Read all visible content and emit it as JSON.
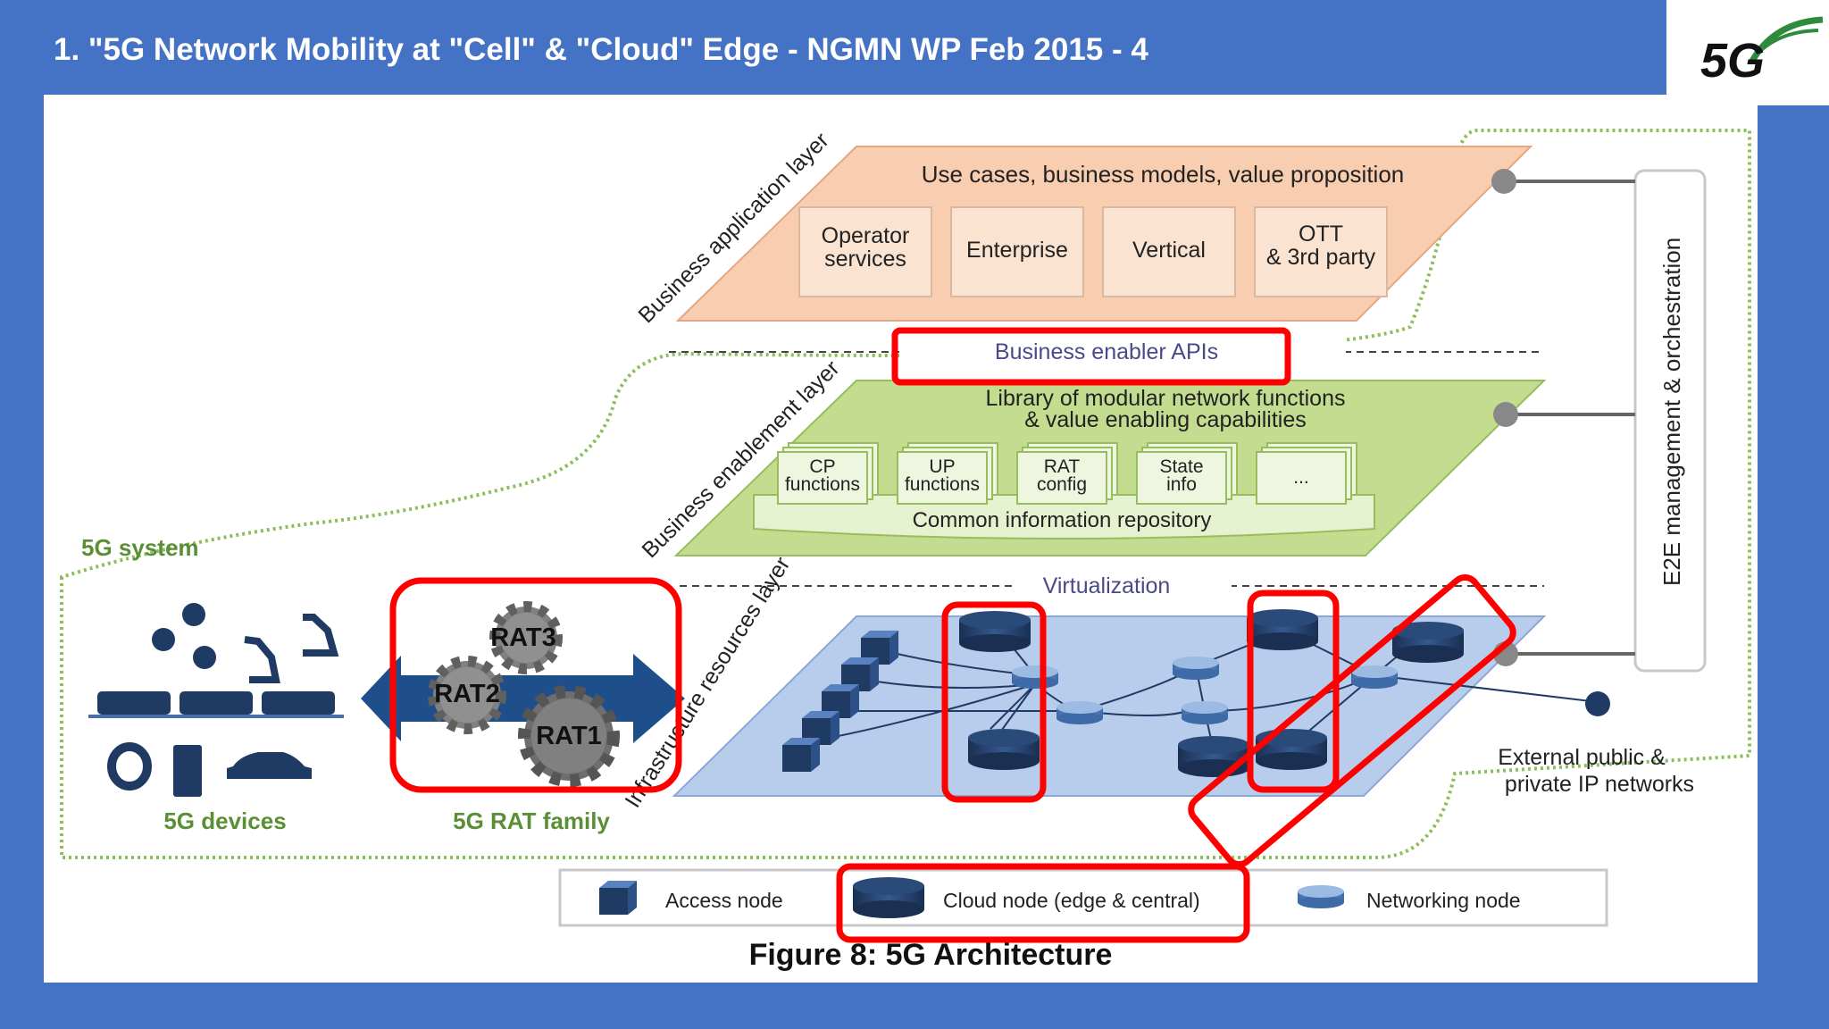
{
  "slide": {
    "title": "1. \"5G Network Mobility at \"Cell\" & \"Cloud\" Edge - NGMN WP Feb 2015 - 4",
    "logo_text": "5G"
  },
  "colors": {
    "background_blue": "#4472c4",
    "highlight_red": "#ff0000",
    "business_layer": "#f8cdb0",
    "enablement_layer": "#c3dc8f",
    "infrastructure_layer": "#b8ccec",
    "node_dark": "#1f3b63",
    "system_boundary": "#8cbf5a"
  },
  "diagram": {
    "layers": {
      "business_application": {
        "title": "Business application layer",
        "heading": "Use cases, business models, value proposition",
        "items": [
          {
            "line1": "Operator",
            "line2": "services"
          },
          {
            "line1": "Enterprise",
            "line2": ""
          },
          {
            "line1": "Vertical",
            "line2": ""
          },
          {
            "line1": "OTT",
            "line2": "& 3rd party"
          }
        ]
      },
      "apis_label": "Business enabler APIs",
      "business_enablement": {
        "title": "Business enablement layer",
        "heading_line1": "Library of modular network functions",
        "heading_line2": "& value enabling capabilities",
        "functions": [
          {
            "line1": "CP",
            "line2": "functions"
          },
          {
            "line1": "UP",
            "line2": "functions"
          },
          {
            "line1": "RAT",
            "line2": "config"
          },
          {
            "line1": "State",
            "line2": "info"
          },
          {
            "line1": "...",
            "line2": ""
          }
        ],
        "repository": "Common information repository"
      },
      "virtualization_label": "Virtualization",
      "infrastructure": {
        "title": "Infrastructure resources layer"
      }
    },
    "e2e_label": "E2E management & orchestration",
    "system_label": "5G system",
    "devices_label": "5G devices",
    "rat_family_label": "5G RAT family",
    "rats": [
      "RAT3",
      "RAT2",
      "RAT1"
    ],
    "external_label_line1": "External public &",
    "external_label_line2": "private IP networks",
    "legend": {
      "access_node": "Access node",
      "cloud_node": "Cloud node (edge & central)",
      "networking_node": "Networking node"
    },
    "caption": "Figure 8: 5G Architecture"
  }
}
